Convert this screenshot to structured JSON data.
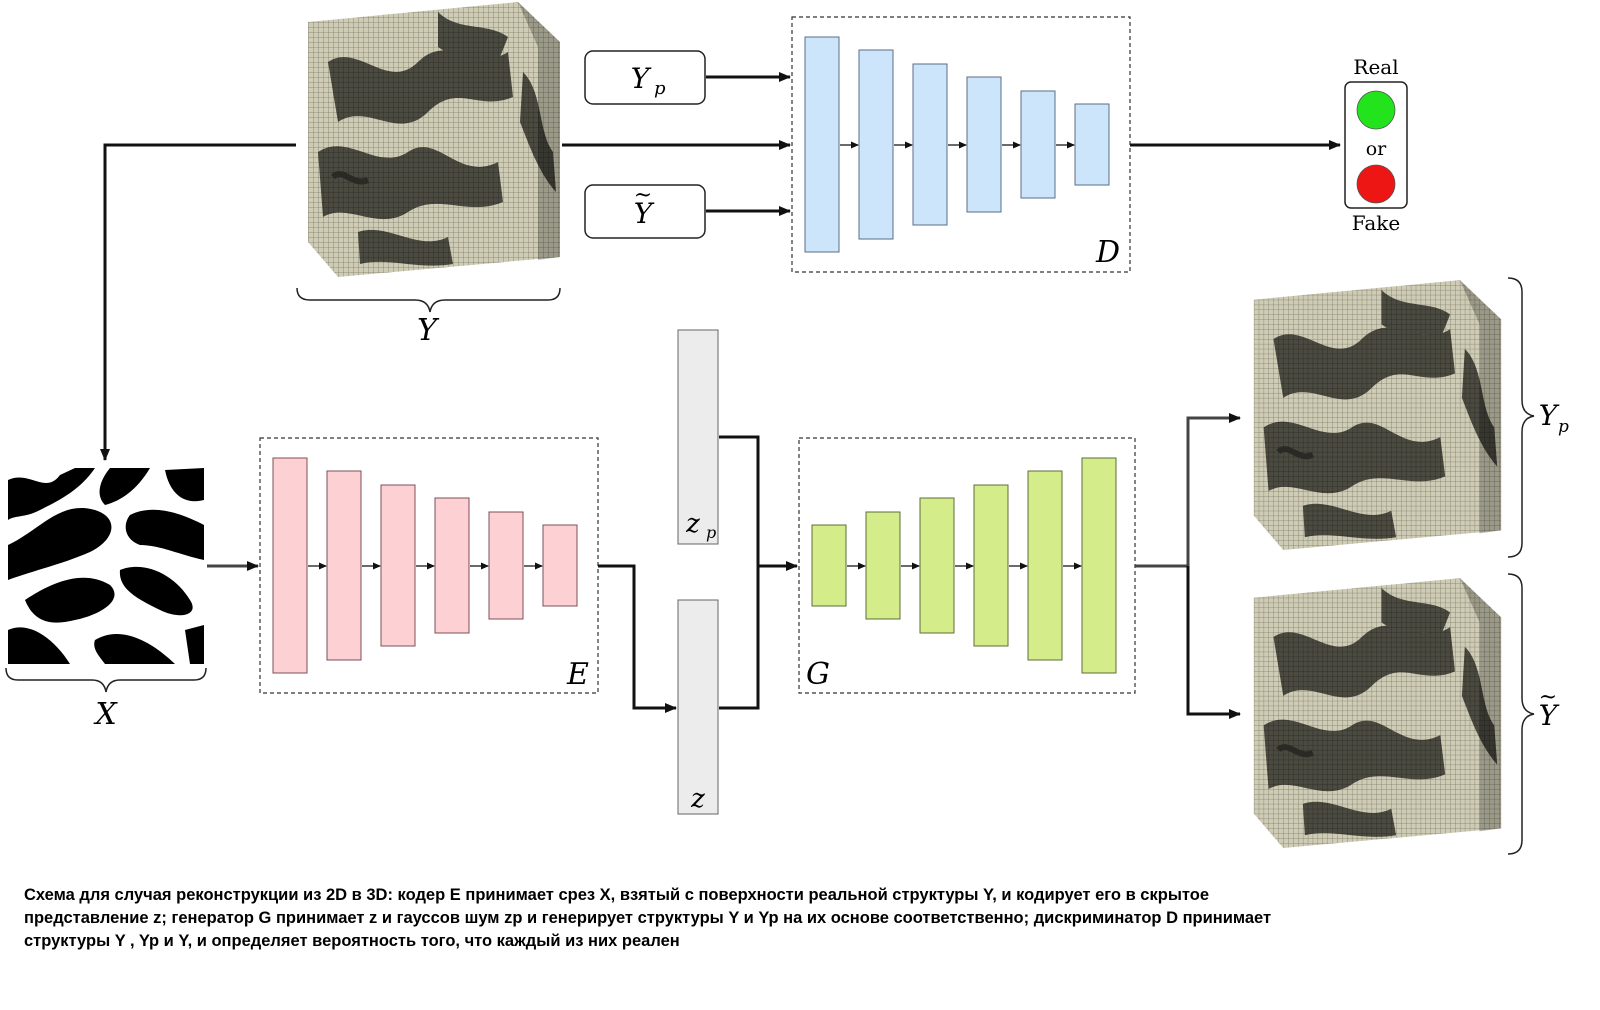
{
  "labels": {
    "Y_under_cube": "Y",
    "X_under_slice": "X",
    "D": "D",
    "E": "E",
    "G": "G",
    "z_p": "z",
    "z_p_sub": "p",
    "z": "z",
    "Yp_input": "Y",
    "Yp_input_sub": "p",
    "Ytilde_input": "Y",
    "Yp_output": "Y",
    "Yp_output_sub": "p",
    "Ytilde_output": "Y",
    "tilde": "~",
    "real": "Real",
    "or": "or",
    "fake": "Fake"
  },
  "colors": {
    "discriminator": "#cce5fb",
    "encoder": "#fdd0d3",
    "generator": "#d5ec8a",
    "latent": "#ececec",
    "real_light": "#22e31c",
    "fake_light": "#ee1515",
    "cube_face": "#c9c6ae",
    "cube_dark": "#3a3a33"
  },
  "icons": {
    "real_light": "green-circle-icon",
    "fake_light": "red-circle-icon",
    "cube": "voxel-cube-icon",
    "slice": "binary-slice-icon"
  },
  "caption": {
    "line1": "Схема для случая реконструкции из 2D в 3D: кодер E принимает срез X, взятый с поверхности реальной структуры Y, и кодирует его в скрытое",
    "line2": "представление z; генератор G принимает z и гауссов шум zp и генерирует структуры Y и Yp на их основе соответственно; дискриминатор D принимает",
    "line3": "структуры Y , Yp и Y, и определяет вероятность того, что каждый из них реален"
  }
}
